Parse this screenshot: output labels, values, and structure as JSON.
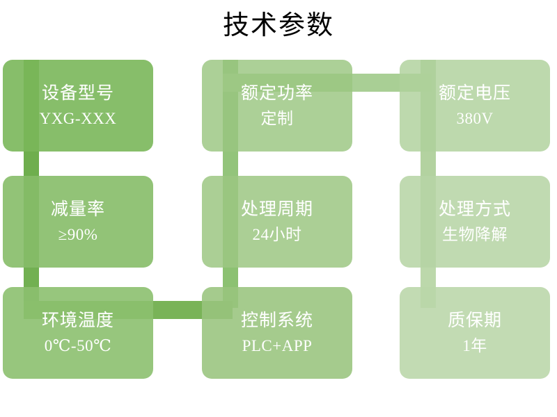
{
  "slide": {
    "title": "技术参数",
    "background_color": "#ffffff",
    "title_color": "#000000"
  },
  "palette": {
    "darkest": "#7ab75a",
    "dark": "#86bd68",
    "mid_dark": "#92c377",
    "mid": "#9bc480",
    "mid_light": "#a8cd8f",
    "light": "#b2d29c",
    "lighter": "#bad5a6",
    "lightest": "#c2daae",
    "connector_dark": "#6fae4e",
    "connector_light": "#bcd6ab",
    "text_color": "#ffffff"
  },
  "chart_data": {
    "type": "table",
    "title": "技术参数",
    "columns": 3,
    "rows": 3,
    "cells": [
      {
        "label": "设备型号",
        "value": "YXG-XXX",
        "row": 1,
        "col": 1,
        "color": "#7ab75a"
      },
      {
        "label": "额定功率",
        "value": "定制",
        "row": 1,
        "col": 2,
        "color": "#a3c98b"
      },
      {
        "label": "额定电压",
        "value": "380V",
        "row": 1,
        "col": 3,
        "color": "#b6d3a2"
      },
      {
        "label": "减量率",
        "value": "≥90%",
        "row": 2,
        "col": 1,
        "color": "#86bd68"
      },
      {
        "label": "处理周期",
        "value": "24小时",
        "row": 2,
        "col": 2,
        "color": "#a3ca8b"
      },
      {
        "label": "处理方式",
        "value": "生物降解",
        "row": 2,
        "col": 3,
        "color": "#bad6a8"
      },
      {
        "label": "环境温度",
        "value": "0℃-50℃",
        "row": 3,
        "col": 1,
        "color": "#8cc06f"
      },
      {
        "label": "控制系统",
        "value": "PLC+APP",
        "row": 3,
        "col": 2,
        "color": "#9dc783"
      },
      {
        "label": "质保期",
        "value": "1年",
        "row": 3,
        "col": 3,
        "color": "#bdd7ab"
      }
    ]
  },
  "cards": [
    {
      "name": "model",
      "title": "设备型号",
      "value": "YXG-XXX"
    },
    {
      "name": "rated-power",
      "title": "额定功率",
      "value": "定制"
    },
    {
      "name": "rated-voltage",
      "title": "额定电压",
      "value": "380V"
    },
    {
      "name": "reduction",
      "title": "减量率",
      "value": "≥90%"
    },
    {
      "name": "cycle",
      "title": "处理周期",
      "value": "24小时"
    },
    {
      "name": "method",
      "title": "处理方式",
      "value": "生物降解"
    },
    {
      "name": "temperature",
      "title": "环境温度",
      "value": "0℃-50℃"
    },
    {
      "name": "control",
      "title": "控制系统",
      "value": "PLC+APP"
    },
    {
      "name": "warranty",
      "title": "质保期",
      "value": "1年"
    }
  ]
}
